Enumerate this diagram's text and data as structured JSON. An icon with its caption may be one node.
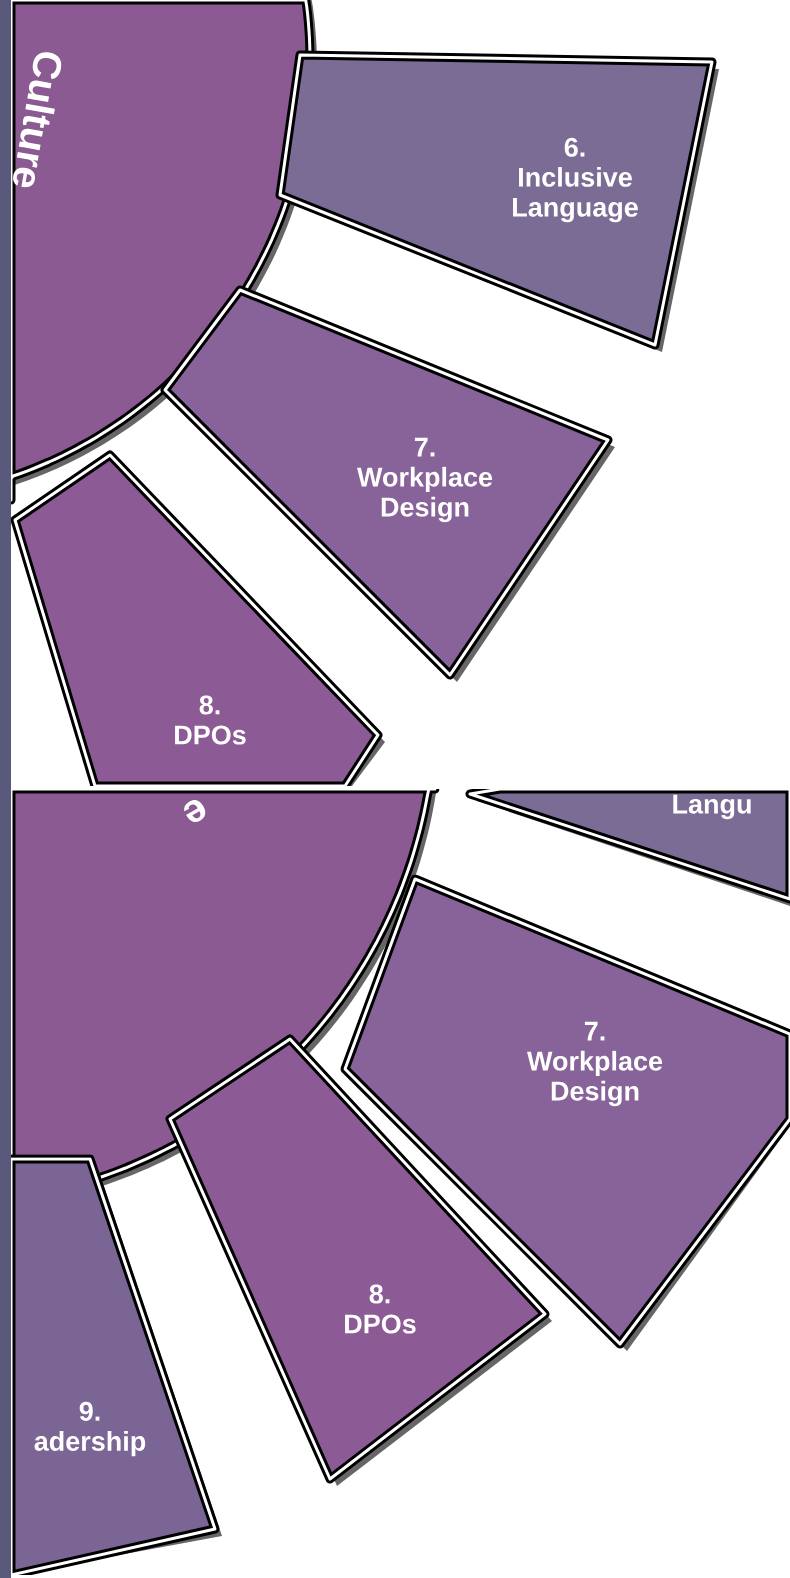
{
  "diagram": {
    "nodes": [
      {
        "text": [
          "Culture"
        ]
      },
      {
        "text": [
          "6.",
          "Inclusive Language"
        ]
      },
      {
        "text": [
          "7.",
          "Workplace Design"
        ]
      },
      {
        "text": [
          "8.",
          "DPOs"
        ]
      },
      {
        "text": [
          "e"
        ]
      },
      {
        "text": [
          "Langu"
        ]
      },
      {
        "text": [
          "7.",
          "Workplace Design"
        ]
      },
      {
        "text": [
          "8.",
          "DPOs"
        ]
      },
      {
        "text": [
          "9.",
          "adership"
        ]
      }
    ]
  }
}
